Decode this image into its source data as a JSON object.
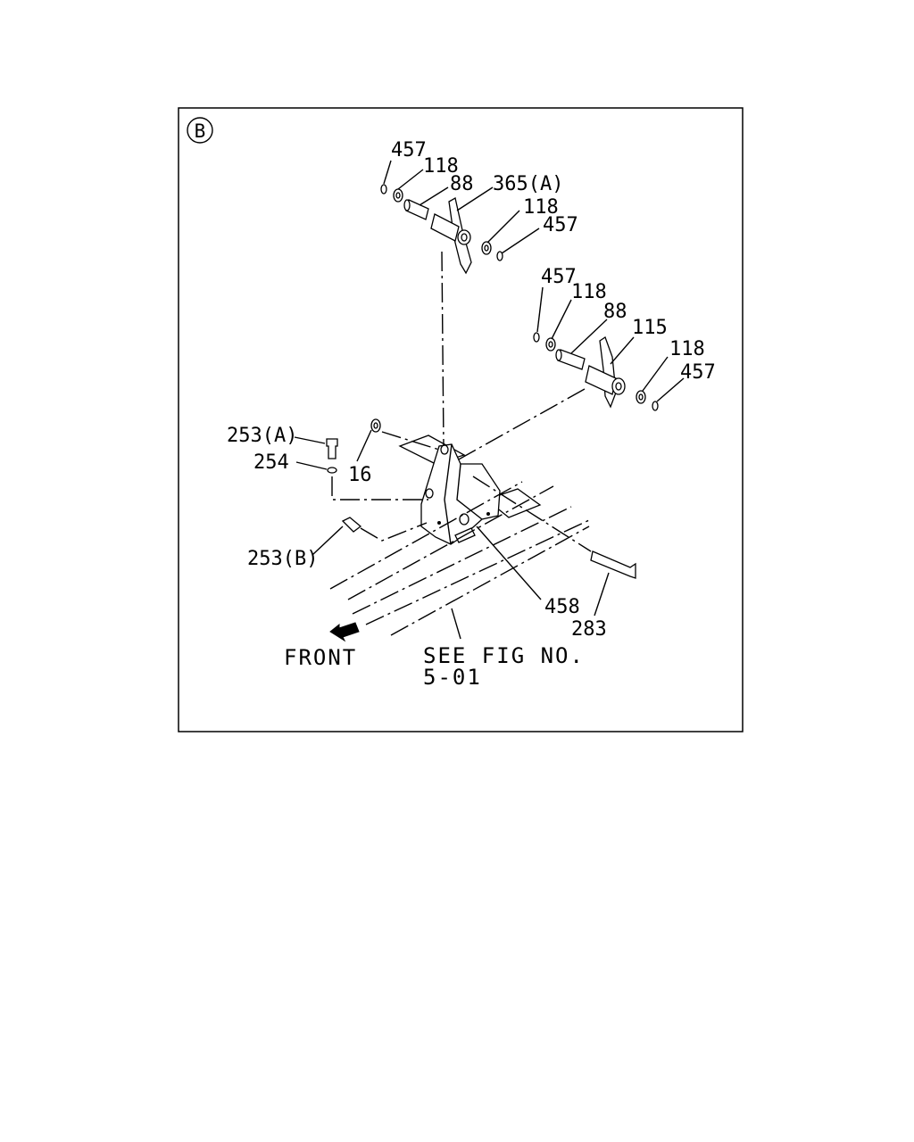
{
  "diagram": {
    "section_badge": "B",
    "front_label": "FRONT",
    "see_fig_line1": "SEE FIG NO.",
    "see_fig_line2": "5-01",
    "callouts": {
      "top_457a": "457",
      "top_118a": "118",
      "top_88": "88",
      "top_365a": "365(A)",
      "top_118b": "118",
      "top_457b": "457",
      "mid_457a": "457",
      "mid_118a": "118",
      "mid_88": "88",
      "mid_115": "115",
      "mid_118b": "118",
      "mid_457b": "457",
      "bolt_253a": "253(A)",
      "washer_254": "254",
      "nut_16": "16",
      "bolt_253b": "253(B)",
      "plate_458": "458",
      "bolt_283": "283"
    }
  }
}
